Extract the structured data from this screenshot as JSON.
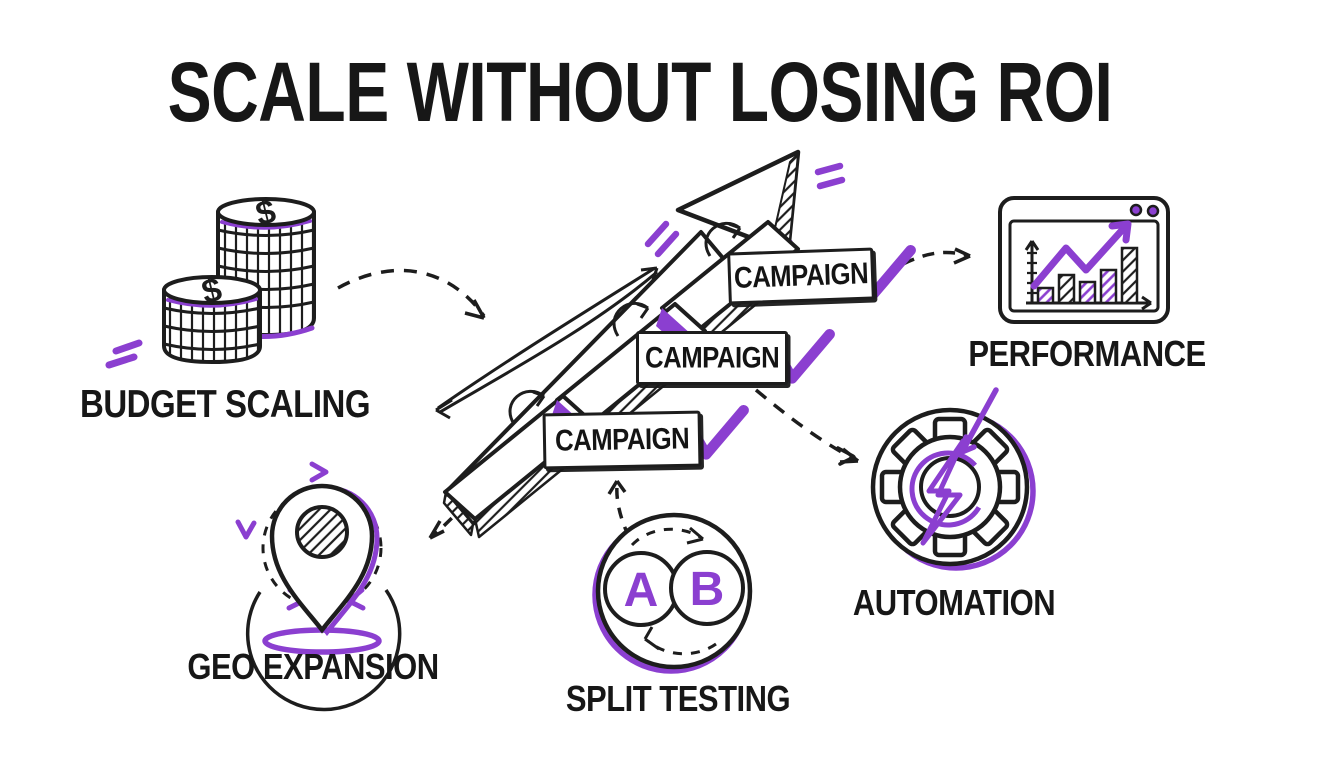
{
  "title": "SCALE WITHOUT LOSING ROI",
  "colors": {
    "ink": "#1d1d1d",
    "accent": "#8b3fd0",
    "paper": "#ffffff"
  },
  "budget_scaling": {
    "label": "BUDGET SCALING",
    "icon": "coin-stacks-icon",
    "currency_symbol": "$"
  },
  "campaign_stairs": {
    "icon": "growth-stairs-arrow-icon",
    "steps": [
      {
        "label": "CAMPAIGN",
        "checked": true
      },
      {
        "label": "CAMPAIGN",
        "checked": true
      },
      {
        "label": "CAMPAIGN",
        "checked": true
      }
    ]
  },
  "performance": {
    "label": "PERFORMANCE",
    "icon": "analytics-window-icon",
    "chart": {
      "type": "bar",
      "bar_heights": [
        15,
        28,
        21,
        33,
        55
      ],
      "trend": "up"
    }
  },
  "automation": {
    "label": "AUTOMATION",
    "icon": "gear-lightning-icon"
  },
  "geo_expansion": {
    "label": "GEO EXPANSION",
    "icon": "location-pin-icon"
  },
  "split_testing": {
    "label": "SPLIT TESTING",
    "icon": "ab-circles-icon",
    "variant_a": "A",
    "variant_b": "B"
  }
}
